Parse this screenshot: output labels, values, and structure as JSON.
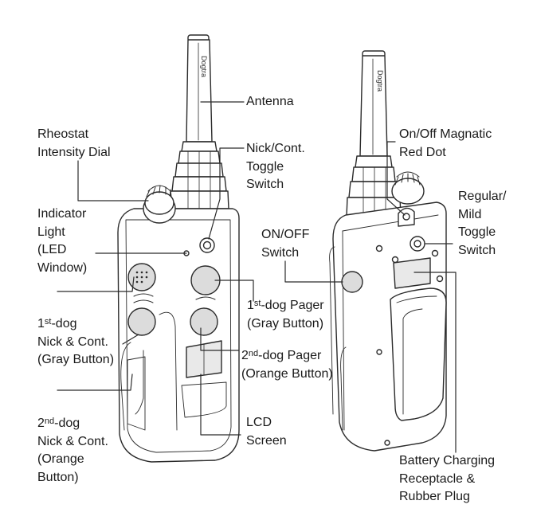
{
  "colors": {
    "line": "#2b2b2b",
    "body_fill": "#ffffff",
    "button_fill": "#dcdcdc",
    "shade": "#e9e9e9"
  },
  "device_brand_mark": "Dogtra",
  "labels": {
    "antenna": "Antenna",
    "rheostat_1": "Rheostat",
    "rheostat_2": "Intensity Dial",
    "nick_toggle_1": "Nick/Cont.",
    "nick_toggle_2": "Toggle",
    "nick_toggle_3": "Switch",
    "indicator_1": "Indicator",
    "indicator_2": "Light",
    "indicator_3": "(LED",
    "indicator_4": "Window)",
    "dog1_nick_num": "1",
    "dog1_nick_sup": "st",
    "dog1_nick_1": "-dog",
    "dog1_nick_2": "Nick & Cont.",
    "dog1_nick_3": "(Gray Button)",
    "dog1_pager_num": "1",
    "dog1_pager_sup": "st",
    "dog1_pager_1": "-dog Pager",
    "dog1_pager_2": "(Gray Button)",
    "dog2_pager_num": "2",
    "dog2_pager_sup": "nd",
    "dog2_pager_1": "-dog Pager",
    "dog2_pager_2": "(Orange Button)",
    "dog2_nick_num": "2",
    "dog2_nick_sup": "nd",
    "dog2_nick_1": "-dog",
    "dog2_nick_2": "Nick & Cont.",
    "dog2_nick_3": "(Orange",
    "dog2_nick_4": "Button)",
    "lcd_1": "LCD",
    "lcd_2": "Screen",
    "onoff_dot_1": "On/Off Magnatic",
    "onoff_dot_2": "Red Dot",
    "onoff_switch_1": "ON/OFF",
    "onoff_switch_2": "Switch",
    "regular_1": "Regular/",
    "regular_2": "Mild",
    "regular_3": "Toggle",
    "regular_4": "Switch",
    "battery_1": "Battery Charging",
    "battery_2": "Receptacle &",
    "battery_3": "Rubber Plug"
  }
}
